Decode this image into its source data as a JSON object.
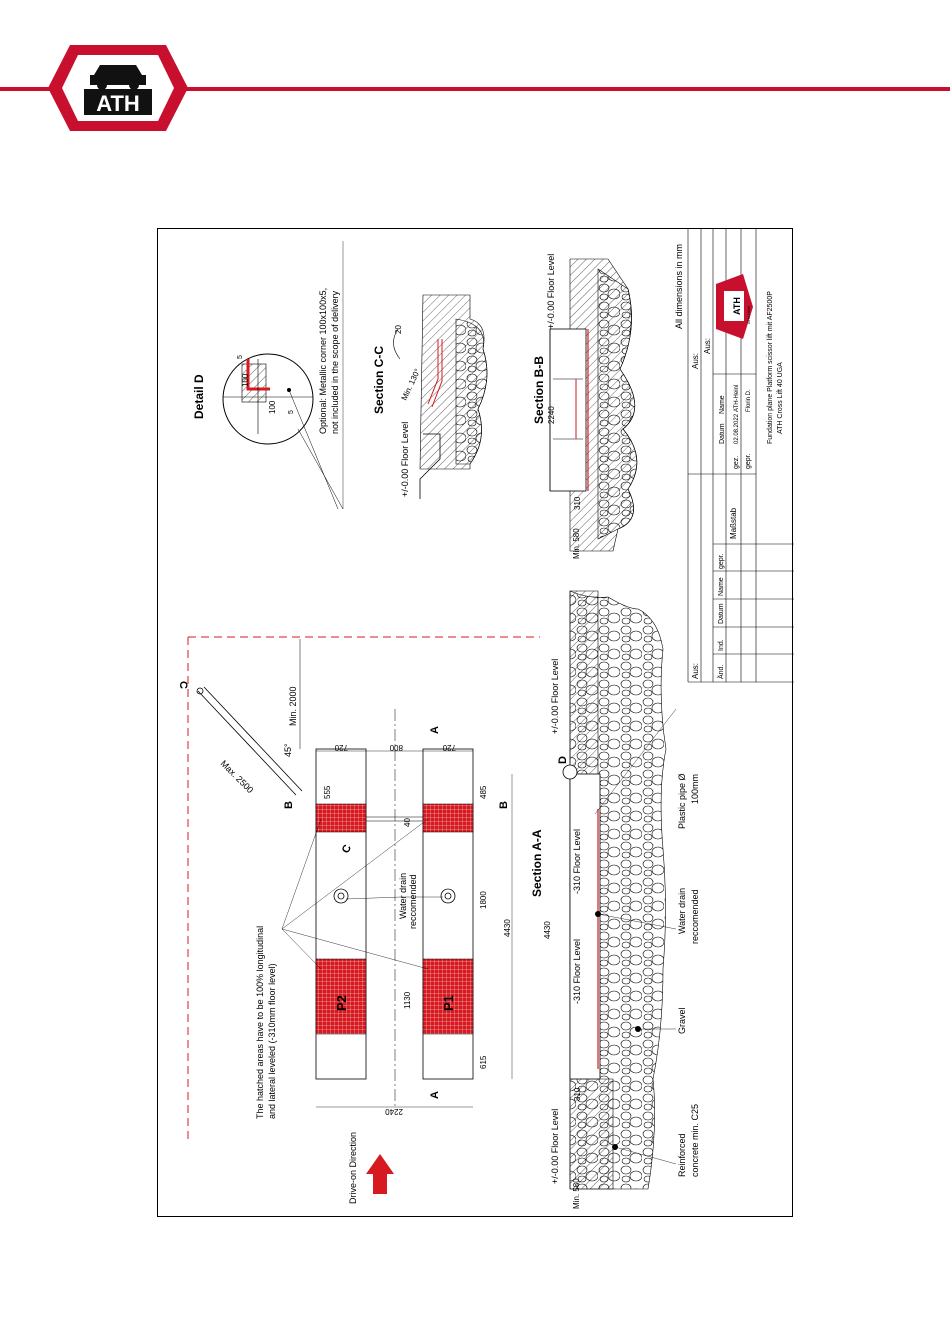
{
  "brand": {
    "logo_text": "ATH",
    "small_logo_caption": "ATH-Heinl"
  },
  "views": {
    "detail_d": "Detail D",
    "section_cc": "Section C-C",
    "section_bb": "Section B-B",
    "section_aa": "Section A-A"
  },
  "notes": {
    "metallic_corner_1": "Optional: Metallic corner 100x100x5,",
    "metallic_corner_2": "not included in the scope of delivery",
    "hatched_1": "The hatched areas have to be 100% longitudinal",
    "hatched_2": "and lateral leveled (-310mm floor level)",
    "drive_on": "Drive-on Direction",
    "water_drain_1": "Water drain",
    "water_drain_2": "reccomended",
    "water_drain_plan_1": "Water drain",
    "water_drain_plan_2": "reccomended",
    "plastic_pipe_1": "Plastic pipe Ø",
    "plastic_pipe_2": "100mm",
    "gravel": "Gravel",
    "concrete_1": "Reinforced",
    "concrete_2": "concrete min. C25",
    "all_dims": "All dimensions in mm"
  },
  "levels": {
    "floor0": "+/-0.00 Floor Level",
    "floor310": "-310 Floor Level"
  },
  "dims": {
    "d100a": "100",
    "d100b": "100",
    "d5a": "5",
    "d5b": "5",
    "d20": "20",
    "min130": "Min. 130°",
    "d2240_bb": "2240",
    "d310_bb": "310",
    "min580_bb": "Min. 580",
    "max2500": "Max. 2500",
    "min2000": "Min. 2000",
    "deg45": "45°",
    "d720a": "720",
    "d800": "800",
    "d720b": "720",
    "d555": "555",
    "d485": "485",
    "d40": "40",
    "d1800": "1800",
    "d4430_plan": "4430",
    "d1130": "1130",
    "d615": "615",
    "d2240_plan": "2240",
    "d4430_aa": "4430",
    "d310_aa": "310",
    "min580_aa": "Min. 580"
  },
  "markers": {
    "a1": "A",
    "a2": "A",
    "b1": "B",
    "b2": "B",
    "c1": "C",
    "c2": "C",
    "d": "D",
    "p1": "P1",
    "p2": "P2"
  },
  "title_block": {
    "aus1": "Aus:",
    "aus2": "Aus:",
    "aus3": "Aus:",
    "aend": "Änd.",
    "ind": "Ind.",
    "datum": "Datum",
    "name": "Name",
    "gepr": "gepr.",
    "massstab": "Maßstab",
    "gez": "gez.",
    "gepr2": "gepr.",
    "datum2": "Datum",
    "name2": "Name",
    "date_value": "02.08.2022",
    "name_value": "ATH-Heinl",
    "name_value2": "Florin D.",
    "title_1": "Fundation plane Platform scissor lift mit AF2500P",
    "title_2": "ATH Cross Lift 40 UGA"
  },
  "colors": {
    "brand_red": "#c8102e",
    "hatch_red": "#d71920",
    "dash_red": "#d71920"
  }
}
